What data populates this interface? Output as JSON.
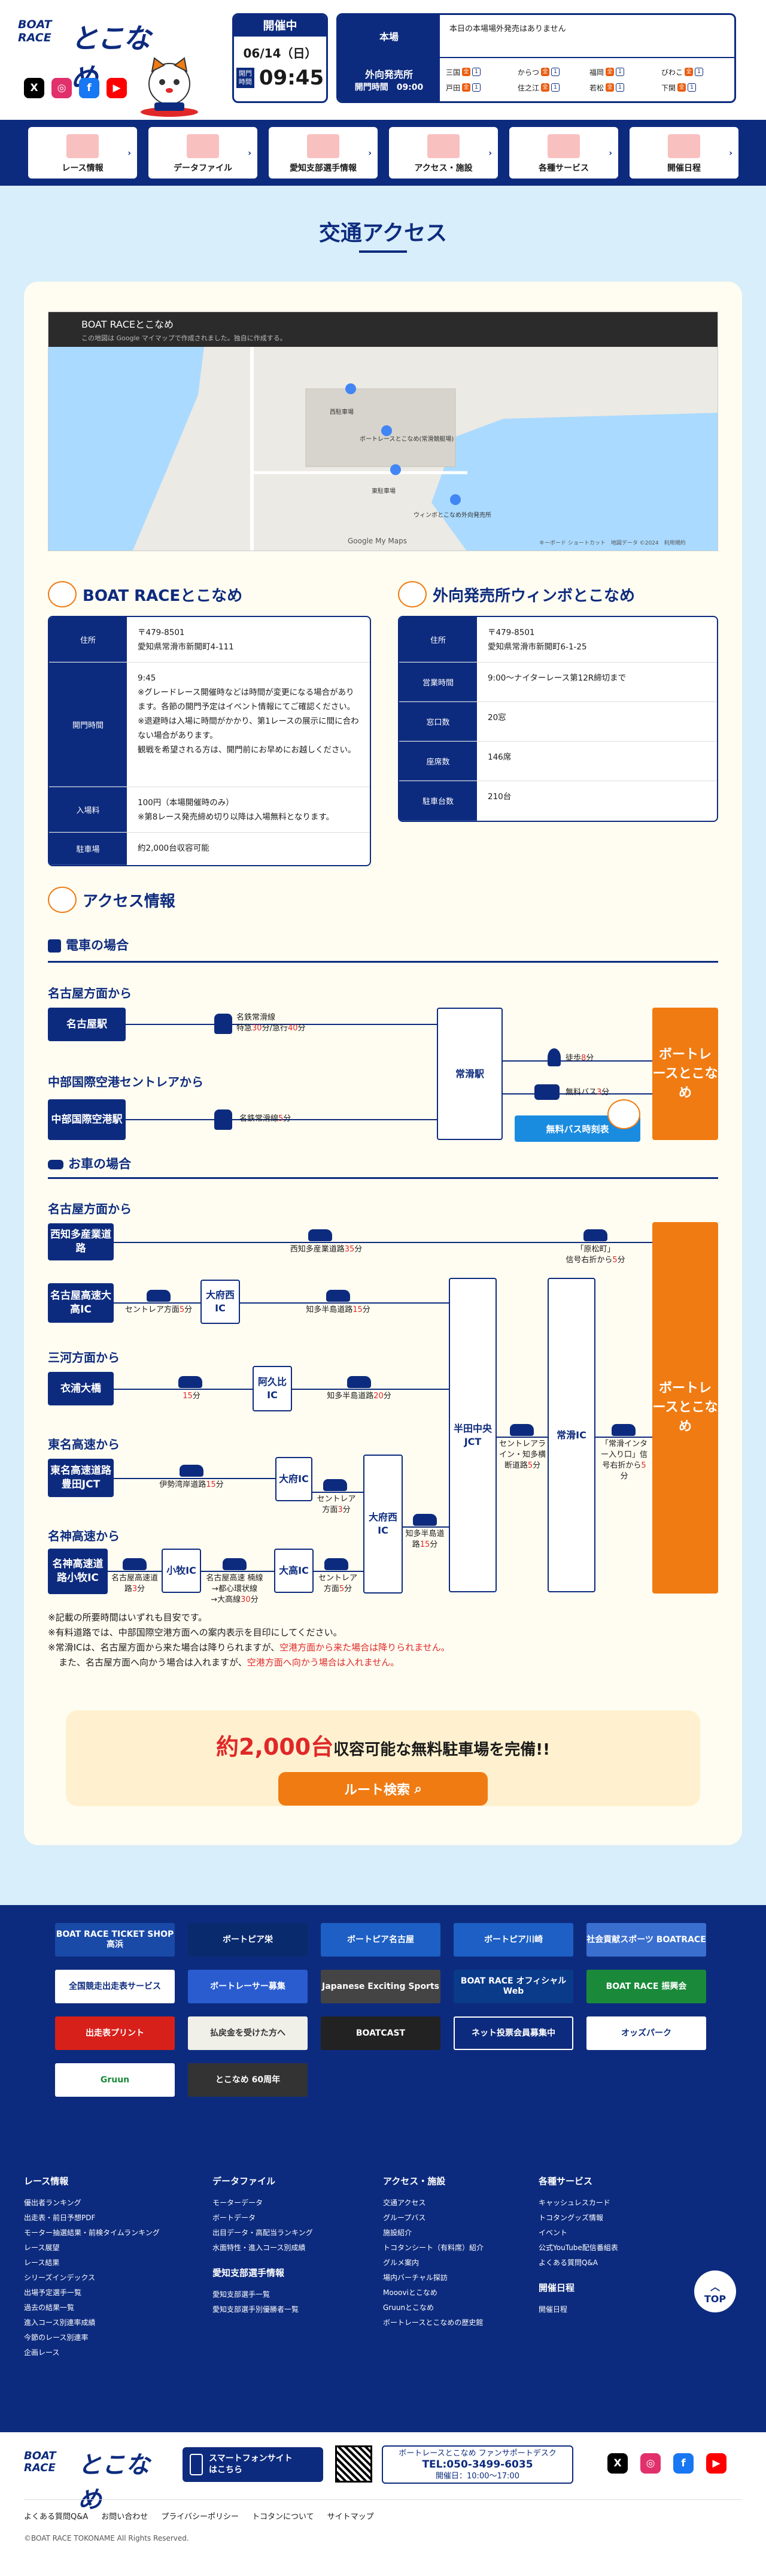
{
  "header": {
    "logo_small": "BOAT RACE",
    "logo_main": "とこなめ",
    "open_status": "開催中",
    "date": "06/14（日）",
    "gate_label": "開門時間",
    "gate_time": "09:45",
    "main_label": "本場",
    "main_notice": "本日の本場場外発売はありません",
    "outer_label": "外向発売所",
    "outer_gate_label": "開門時間",
    "outer_gate_time": "09:00",
    "venues": [
      {
        "name": "三国",
        "b1": "全",
        "b2": "1"
      },
      {
        "name": "からつ",
        "b1": "全",
        "b2": "1"
      },
      {
        "name": "福岡",
        "b1": "全",
        "b2": "1"
      },
      {
        "name": "びわこ",
        "b1": "全",
        "b2": "1"
      },
      {
        "name": "戸田",
        "b1": "全",
        "b2": "1"
      },
      {
        "name": "住之江",
        "b1": "全",
        "b2": "1"
      },
      {
        "name": "若松",
        "b1": "全",
        "b2": "1"
      },
      {
        "name": "下関",
        "b1": "全",
        "b2": "1"
      }
    ]
  },
  "nav": [
    {
      "label": "レース情報"
    },
    {
      "label": "データファイル"
    },
    {
      "label": "愛知支部選手情報"
    },
    {
      "label": "アクセス・施設"
    },
    {
      "label": "各種サービス"
    },
    {
      "label": "開催日程"
    }
  ],
  "page_title": "交通アクセス",
  "map": {
    "title": "BOAT RACEとこなめ",
    "subtitle": "この地図は Google マイマップで作成されました。独自に作成する。",
    "pin1": "西駐車場",
    "pin2": "ボートレースとこなめ(常滑競艇場)",
    "pin3": "東駐車場",
    "pin4": "ウィンボとこなめ外向発売所",
    "brand": "Google My Maps",
    "footer": "キーボード ショートカット　地図データ ©2024　利用規約"
  },
  "venue_main": {
    "title": "BOAT RACEとこなめ",
    "rows": [
      {
        "label": "住所",
        "value": "〒479-8501\n愛知県常滑市新開町4-111"
      },
      {
        "label": "開門時間",
        "value": "9:45\n※グレードレース開催時などは時間が変更になる場合があります。各節の開門予定はイベント情報にてご確認ください。\n※退避時は入場に時間がかかり、第1レースの展示に間に合わない場合があります。\n観戦を希望される方は、開門前にお早めにお越しください。"
      },
      {
        "label": "入場料",
        "value": "100円（本場開催時のみ）\n※第8レース発売締め切り以降は入場無料となります。"
      },
      {
        "label": "駐車場",
        "value": "約2,000台収容可能"
      }
    ]
  },
  "venue_outer": {
    "title": "外向発売所ウィンボとこなめ",
    "rows": [
      {
        "label": "住所",
        "value": "〒479-8501\n愛知県常滑市新開町6-1-25"
      },
      {
        "label": "営業時間",
        "value": "9:00〜ナイターレース第12R締切まで"
      },
      {
        "label": "窓口数",
        "value": "20窓"
      },
      {
        "label": "座席数",
        "value": "146席"
      },
      {
        "label": "駐車台数",
        "value": "210台"
      }
    ]
  },
  "access": {
    "title": "アクセス情報",
    "train_title": "電車の場合",
    "from_nagoya": "名古屋方面から",
    "nagoya_station": "名古屋駅",
    "meitetsu_line_1": "名鉄常滑線",
    "meitetsu_time_1a": "特急",
    "meitetsu_time_1b": "30",
    "meitetsu_time_1c": "分/急行",
    "meitetsu_time_1d": "40",
    "meitetsu_time_1e": "分",
    "from_centrair": "中部国際空港セントレアから",
    "centrair_station": "中部国際空港駅",
    "meitetsu_line_2a": "名鉄常滑線",
    "meitetsu_line_2b": "5",
    "meitetsu_line_2c": "分",
    "tokoname_station": "常滑駅",
    "walk_a": "徒歩",
    "walk_b": "8",
    "walk_c": "分",
    "bus_a": "無料バス",
    "bus_b": "3",
    "bus_c": "分",
    "bus_button": "無料バス時刻表",
    "goal": "ボートレースとこなめ",
    "car_title": "お車の場合",
    "car_from_nagoya": "名古屋方面から",
    "nishichita": "西知多産業道路",
    "nishichita_route_a": "西知多産業道路",
    "nishichita_route_b": "35",
    "nishichita_route_c": "分",
    "haramatsu_a": "「原松町」",
    "haramatsu_b": "信号右折から",
    "haramatsu_c": "5",
    "haramatsu_d": "分",
    "nagoya_ohtaka": "名古屋高速大高IC",
    "centrair_line_a": "セントレア方面",
    "centrair_line_b": "5",
    "centrair_line_c": "分",
    "obu_west": "大府西IC",
    "chita_hanto_a": "知多半島道路",
    "chita_hanto_b": "15",
    "chita_hanto_c": "分",
    "from_mikawa": "三河方面から",
    "koromoura": "衣浦大橋",
    "mikawa_time_a": "15",
    "mikawa_time_b": "分",
    "agui": "阿久比IC",
    "chita_hanto2_a": "知多半島道路",
    "chita_hanto2_b": "20",
    "chita_hanto2_c": "分",
    "from_tomei": "東名高速から",
    "tomei_toyota": "東名高速道路豊田JCT",
    "isewangan_a": "伊勢湾岸道路",
    "isewangan_b": "15",
    "isewangan_c": "分",
    "obu": "大府IC",
    "obu_centrair_a": "セントレア方面",
    "obu_centrair_b": "3",
    "obu_centrair_c": "分",
    "obu_west2": "大府西IC",
    "chita_hanto3_a": "知多半島道路",
    "chita_hanto3_b": "15",
    "chita_hanto3_c": "分",
    "from_meishin": "名神高速から",
    "meishin_komaki": "名神高速道路小牧IC",
    "meishin_r1_a": "名古屋高速道路",
    "meishin_r1_b": "3",
    "meishin_r1_c": "分",
    "komaki": "小牧IC",
    "meishin_r2_a": "名古屋高速 楠線",
    "meishin_r2_b": "→都心環状線",
    "meishin_r2_c": "→大高線",
    "meishin_r2_d": "30",
    "meishin_r2_e": "分",
    "ohtaka": "大高IC",
    "meishin_r3_a": "セントレア方面",
    "meishin_r3_b": "5",
    "meishin_r3_c": "分",
    "handa_chuo": "半田中央JCT",
    "centrair_chita_a": "セントレアライン・知多横断道路",
    "centrair_chita_b": "5",
    "centrair_chita_c": "分",
    "tokoname_ic": "常滑IC",
    "tokoname_ic_entrance_a": "「常滑インター入り口」信号右折から",
    "tokoname_ic_entrance_b": "5",
    "tokoname_ic_entrance_c": "分",
    "note1": "※記載の所要時間はいずれも目安です。",
    "note2": "※有料道路では、中部国際空港方面への案内表示を目印にしてください。",
    "note3a": "※常滑ICは、名古屋方面から来た場合は降りられますが、",
    "note3b": "空港方面から来た場合は降りられません。",
    "note4a": "また、名古屋方面へ向かう場合は入れますが、",
    "note4b": "空港方面へ向かう場合は入れません。"
  },
  "parking_cta": {
    "amount": "約2,000台",
    "text": "収容可能な無料駐車場を完備!!",
    "button": "ルート検索"
  },
  "banners": [
    "BOAT RACE TICKET SHOP 高浜",
    "ボートピア栄",
    "ボートピア名古屋",
    "ボートピア川崎",
    "社会貢献スポーツ BOATRACE",
    "全国競走出走表サービス",
    "ボートレーサー募集",
    "Japanese Exciting Sports",
    "BOAT RACE オフィシャルWeb",
    "BOAT RACE 振興会",
    "出走表プリント",
    "払戻金を受けた方へ",
    "BOATCAST",
    "ネット投票会員募集中",
    "オッズパーク",
    "Gruun",
    "とこなめ 60周年"
  ],
  "footer_cols": [
    {
      "title": "レース情報",
      "items": [
        "優出者ランキング",
        "出走表・前日予想PDF",
        "モーター抽選結果・前検タイムランキング",
        "レース展望",
        "レース結果",
        "シリーズインデックス",
        "出場予定選手一覧",
        "過去の結果一覧",
        "進入コース別連率成績",
        "今節のレース別連率",
        "企画レース"
      ]
    },
    {
      "title": "データファイル",
      "items": [
        "モーターデータ",
        "ボートデータ",
        "出目データ・高配当ランキング",
        "水面特性・進入コース別成績"
      ]
    },
    {
      "title": "愛知支部選手情報",
      "items": [
        "愛知支部選手一覧",
        "愛知支部選手別優勝者一覧"
      ]
    },
    {
      "title": "アクセス・施設",
      "items": [
        "交通アクセス",
        "グループバス",
        "施設紹介",
        "トコタンシート（有料席）紹介",
        "グルメ案内",
        "場内バーチャル探訪",
        "Moooviとこなめ",
        "Gruunとこなめ",
        "ボートレースとこなめの歴史館"
      ]
    },
    {
      "title": "各種サービス",
      "items": [
        "キャッシュレスカード",
        "トコタングッズ情報",
        "イベント",
        "公式YouTube配信番組表",
        "よくある質問Q&A"
      ]
    },
    {
      "title": "開催日程",
      "items": [
        "開催日程"
      ]
    }
  ],
  "top_button": "TOP",
  "footer_bottom": {
    "sp_site_a": "スマートフォンサイト",
    "sp_site_b": "はこちら",
    "fan_desk": "ボートレースとこなめ ファンサポートデスク",
    "tel": "TEL:050-3499-6035",
    "hours": "開催日：10:00〜17:00",
    "links": [
      "よくある質問Q&A",
      "お問い合わせ",
      "プライバシーポリシー",
      "トコタンについて",
      "サイトマップ"
    ],
    "copyright": "©BOAT RACE TOKONAME All Rights Reserved."
  },
  "colors": {
    "navy": "#0d2b7e",
    "orange": "#f07b12",
    "red": "#e02828",
    "sky": "#d8eefa",
    "cream": "#fffdf1"
  }
}
